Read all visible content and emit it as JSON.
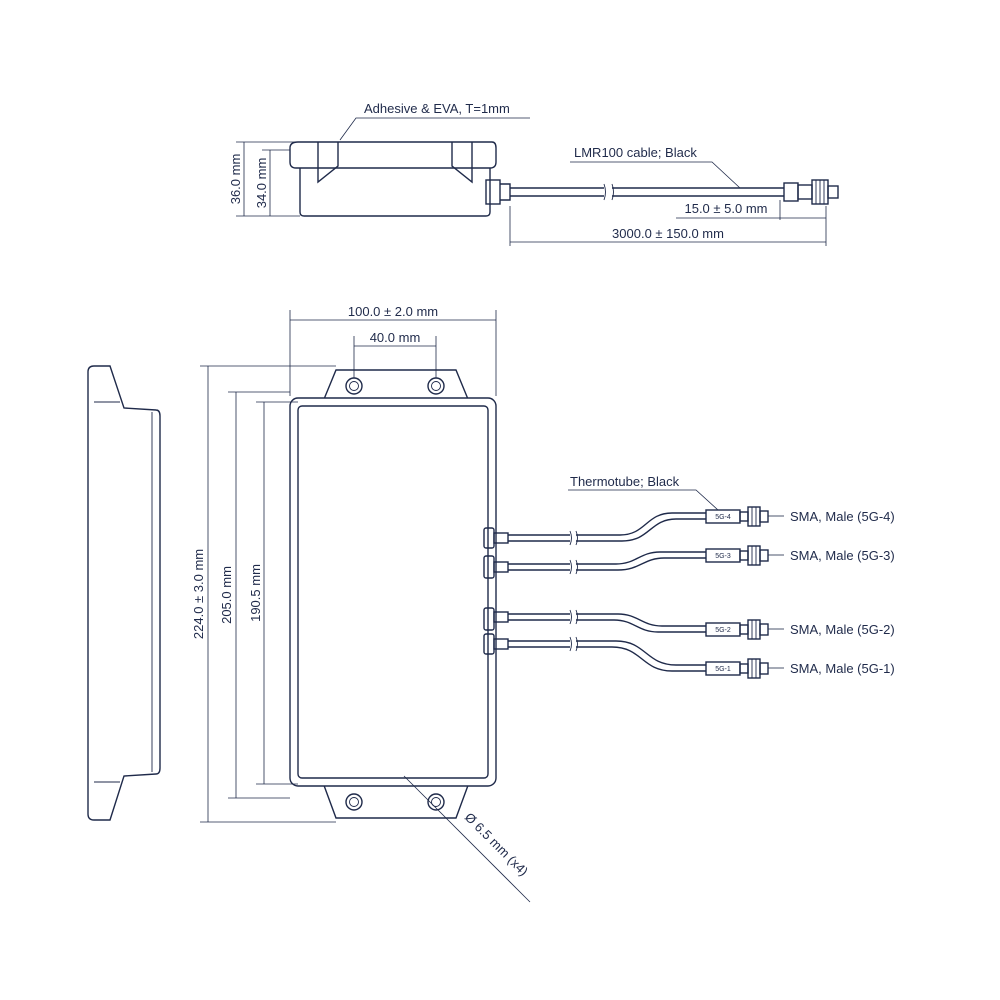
{
  "labels": {
    "adhesive": "Adhesive & EVA, T=1mm",
    "cable": "LMR100 cable; Black",
    "cable_strip": "15.0 ± 5.0 mm",
    "cable_length": "3000.0 ± 150.0 mm",
    "height_total": "36.0 mm",
    "height_body": "34.0 mm",
    "width": "100.0 ± 2.0 mm",
    "hole_spacing": "40.0 mm",
    "length_total": "224.0 ± 3.0 mm",
    "length_body": "205.0 mm",
    "length_inner": "190.5 mm",
    "thermotube": "Thermotube; Black",
    "hole_dia": "Ø 6.5 mm (x4)"
  },
  "connectors": [
    {
      "tag": "5G-4",
      "label": "SMA, Male (5G-4)"
    },
    {
      "tag": "5G-3",
      "label": "SMA, Male (5G-3)"
    },
    {
      "tag": "5G-2",
      "label": "SMA, Male (5G-2)"
    },
    {
      "tag": "5G-1",
      "label": "SMA, Male (5G-1)"
    }
  ]
}
